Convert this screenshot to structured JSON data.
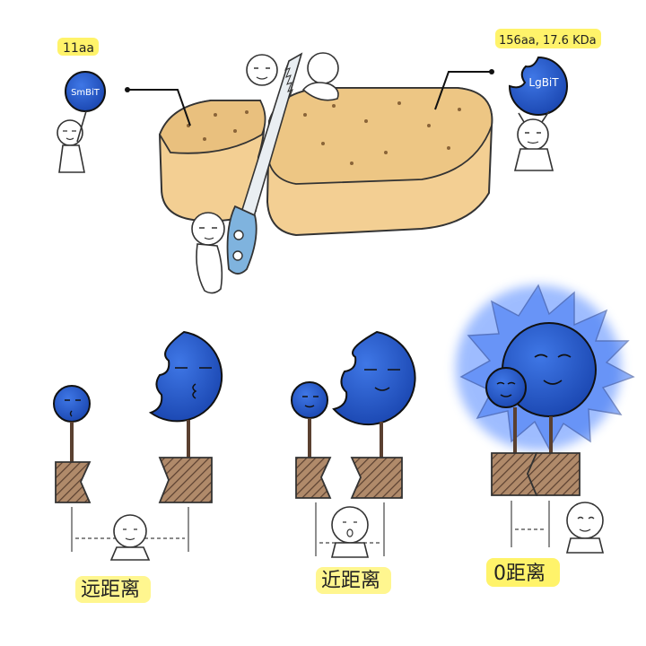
{
  "smbit": {
    "size_label": "11aa",
    "name": "SmBiT",
    "color": "#1f55c9"
  },
  "lgbit": {
    "size_label": "156aa, 17.6 KDa",
    "name": "LgBiT",
    "color": "#1f55c9"
  },
  "highlight_color": "#fff36a",
  "glow_color": "#3a7bff",
  "panels": [
    {
      "distance_label": "远距离"
    },
    {
      "distance_label": "近距离"
    },
    {
      "distance_label": "0距离"
    }
  ]
}
